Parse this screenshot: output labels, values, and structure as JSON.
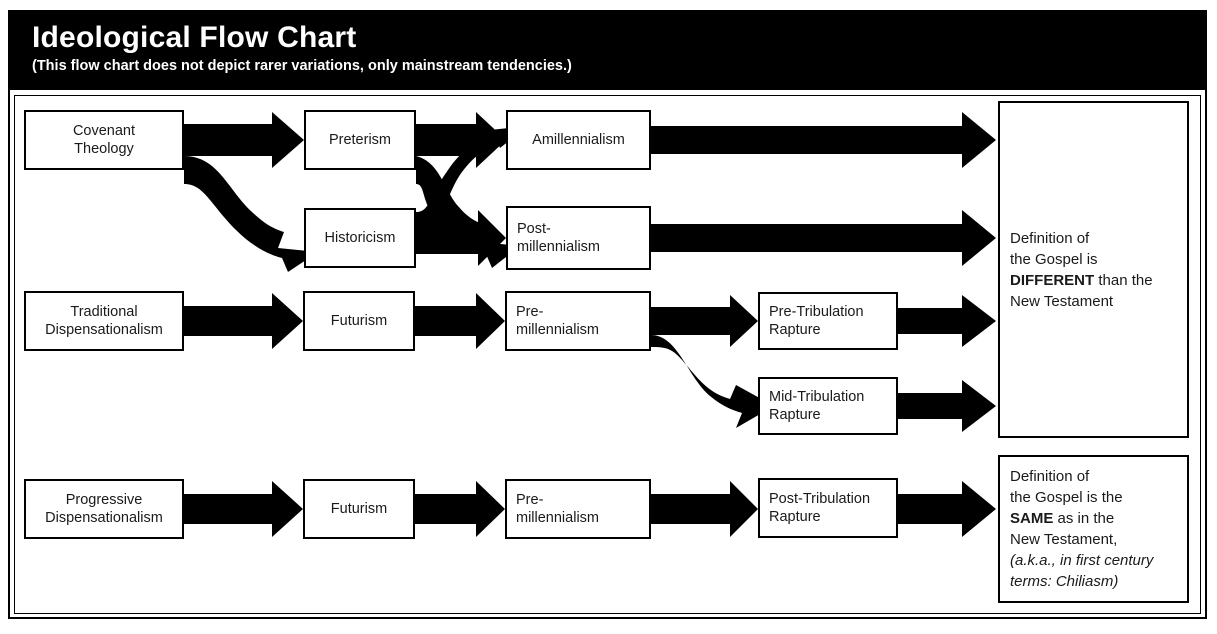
{
  "header": {
    "title": "Ideological Flow Chart",
    "subtitle": "(This flow chart does not depict rarer variations, only mainstream tendencies.)",
    "background_color": "#000000",
    "text_color": "#ffffff"
  },
  "chart_data": {
    "type": "diagram",
    "title": "Ideological Flow Chart",
    "subtitle": "(This flow chart does not depict rarer variations, only mainstream tendencies.)",
    "nodes": [
      {
        "id": "covenant-theology",
        "label": "Covenant\nTheology",
        "column": 1,
        "row": 1
      },
      {
        "id": "preterism",
        "label": "Preterism",
        "column": 2,
        "row": 1
      },
      {
        "id": "historicism",
        "label": "Historicism",
        "column": 2,
        "row": 2
      },
      {
        "id": "amillennialism",
        "label": "Amillennialism",
        "column": 3,
        "row": 1
      },
      {
        "id": "post-millennialism",
        "label": "Post-\nmillennialism",
        "column": 3,
        "row": 2
      },
      {
        "id": "traditional-dispensationalism",
        "label": "Traditional\nDispensationalism",
        "column": 1,
        "row": 3
      },
      {
        "id": "futurism-traditional",
        "label": "Futurism",
        "column": 2,
        "row": 3
      },
      {
        "id": "pre-millennialism-traditional",
        "label": "Pre-\nmillennialism",
        "column": 3,
        "row": 3
      },
      {
        "id": "pre-tribulation-rapture",
        "label": "Pre-Tribulation\nRapture",
        "column": 4,
        "row": 3
      },
      {
        "id": "mid-tribulation-rapture",
        "label": "Mid-Tribulation\nRapture",
        "column": 4,
        "row": 4
      },
      {
        "id": "progressive-dispensationalism",
        "label": "Progressive\nDispensationalism",
        "column": 1,
        "row": 5
      },
      {
        "id": "futurism-progressive",
        "label": "Futurism",
        "column": 2,
        "row": 5
      },
      {
        "id": "pre-millennialism-progressive",
        "label": "Pre-\nmillennialism",
        "column": 3,
        "row": 5
      },
      {
        "id": "post-tribulation-rapture",
        "label": "Post-Tribulation\nRapture",
        "column": 4,
        "row": 5
      }
    ],
    "edges": [
      {
        "from": "covenant-theology",
        "to": "preterism",
        "style": "straight"
      },
      {
        "from": "covenant-theology",
        "to": "historicism",
        "style": "curved"
      },
      {
        "from": "preterism",
        "to": "amillennialism",
        "style": "straight"
      },
      {
        "from": "preterism",
        "to": "post-millennialism",
        "style": "curved"
      },
      {
        "from": "historicism",
        "to": "amillennialism",
        "style": "curved"
      },
      {
        "from": "historicism",
        "to": "post-millennialism",
        "style": "straight"
      },
      {
        "from": "amillennialism",
        "to": "panel-different",
        "style": "straight"
      },
      {
        "from": "post-millennialism",
        "to": "panel-different",
        "style": "straight"
      },
      {
        "from": "traditional-dispensationalism",
        "to": "futurism-traditional",
        "style": "straight"
      },
      {
        "from": "futurism-traditional",
        "to": "pre-millennialism-traditional",
        "style": "straight"
      },
      {
        "from": "pre-millennialism-traditional",
        "to": "pre-tribulation-rapture",
        "style": "straight"
      },
      {
        "from": "pre-millennialism-traditional",
        "to": "mid-tribulation-rapture",
        "style": "curved"
      },
      {
        "from": "pre-tribulation-rapture",
        "to": "panel-different",
        "style": "straight"
      },
      {
        "from": "mid-tribulation-rapture",
        "to": "panel-different",
        "style": "straight"
      },
      {
        "from": "progressive-dispensationalism",
        "to": "futurism-progressive",
        "style": "straight"
      },
      {
        "from": "futurism-progressive",
        "to": "pre-millennialism-progressive",
        "style": "straight"
      },
      {
        "from": "pre-millennialism-progressive",
        "to": "post-tribulation-rapture",
        "style": "straight"
      },
      {
        "from": "post-tribulation-rapture",
        "to": "panel-same",
        "style": "straight"
      }
    ],
    "panels": [
      {
        "id": "panel-different",
        "lines": [
          "Definition of",
          "the Gospel is",
          "DIFFERENT than the",
          "New Testament"
        ],
        "emphasis": "DIFFERENT"
      },
      {
        "id": "panel-same",
        "lines": [
          "Definition of",
          "the Gospel is the",
          "SAME as in the",
          "New Testament,",
          "(a.k.a., in first century",
          "terms: Chiliasm)"
        ],
        "emphasis": "SAME"
      }
    ]
  },
  "nodes": {
    "covenant_theology": "Covenant\nTheology",
    "preterism": "Preterism",
    "historicism": "Historicism",
    "amillennialism": "Amillennialism",
    "post_millennialism": "Post-\nmillennialism",
    "traditional_dispensationalism": "Traditional\nDispensationalism",
    "futurism_traditional": "Futurism",
    "pre_millennialism_traditional": "Pre-\nmillennialism",
    "pre_tribulation_rapture": "Pre-Tribulation\nRapture",
    "mid_tribulation_rapture": "Mid-Tribulation\nRapture",
    "progressive_dispensationalism": "Progressive\nDispensationalism",
    "futurism_progressive": "Futurism",
    "pre_millennialism_progressive": "Pre-\nmillennialism",
    "post_tribulation_rapture": "Post-Tribulation\nRapture"
  },
  "panels": {
    "different": {
      "line1": "Definition of",
      "line2": "the Gospel is",
      "line3_strong": "DIFFERENT",
      "line3_rest": " than the",
      "line4": "New Testament"
    },
    "same": {
      "line1": "Definition of",
      "line2": "the Gospel is the",
      "line3_strong": "SAME",
      "line3_rest": " as in the",
      "line4": "New Testament,",
      "line5_italic": "(a.k.a., in first century",
      "line6_italic": "terms: Chiliasm)"
    }
  },
  "colors": {
    "arrow": "#000000",
    "box_border": "#000000",
    "background": "#ffffff",
    "banner": "#000000"
  }
}
